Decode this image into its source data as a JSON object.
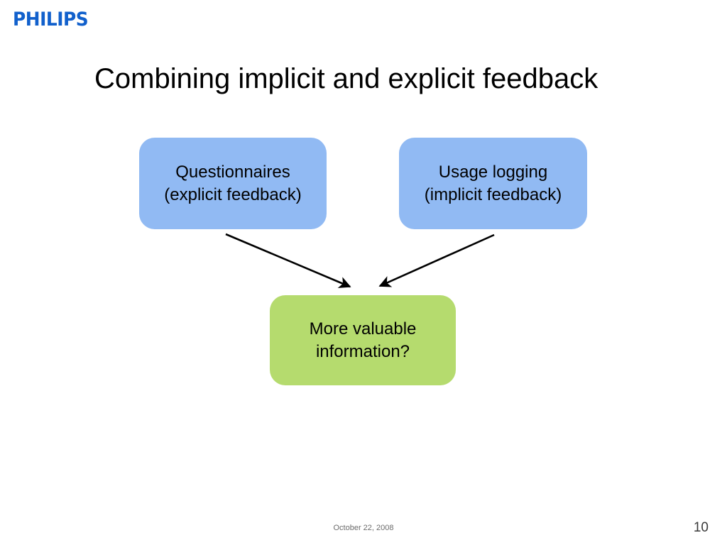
{
  "slide": {
    "brand": "PHILIPS",
    "brand_color": "#1160cc",
    "title": "Combining implicit and explicit feedback",
    "background_color": "#ffffff",
    "footer": {
      "date": "October 22, 2008",
      "page_number": "10"
    }
  },
  "diagram": {
    "type": "flow",
    "nodes": [
      {
        "id": "questionnaires",
        "line1": "Questionnaires",
        "line2": "(explicit feedback)",
        "color": "#91baf3",
        "shape": "rounded-rectangle"
      },
      {
        "id": "usage-logging",
        "line1": "Usage logging",
        "line2": "(implicit feedback)",
        "color": "#91baf3",
        "shape": "rounded-rectangle"
      },
      {
        "id": "outcome",
        "line1": "More valuable",
        "line2": "information?",
        "color": "#b5db6e",
        "shape": "rounded-rectangle"
      }
    ],
    "edges": [
      {
        "id": "edge-questionnaires-to-outcome",
        "from": "questionnaires",
        "to": "outcome",
        "color": "#000000"
      },
      {
        "id": "edge-usage-logging-to-outcome",
        "from": "usage-logging",
        "to": "outcome",
        "color": "#000000"
      }
    ]
  }
}
